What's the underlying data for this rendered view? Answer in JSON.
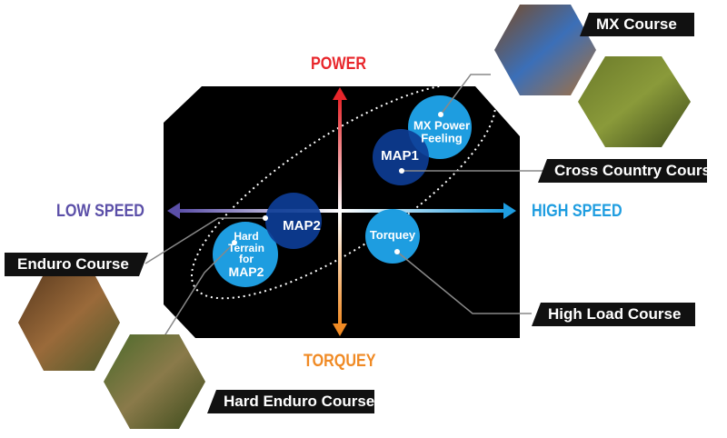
{
  "axes": {
    "top": "POWER",
    "bottom": "TORQUEY",
    "left": "LOW SPEED",
    "right": "HIGH SPEED"
  },
  "maps": {
    "map1": "MAP1",
    "map2": "MAP2",
    "mx_power": [
      "MX Power",
      "Feeling"
    ],
    "torquey": "Torquey",
    "hard_terrain": [
      "Hard",
      "Terrain",
      "for",
      "MAP2"
    ]
  },
  "courses": {
    "mx": "MX Course",
    "cross_country": "Cross Country Course",
    "enduro": "Enduro Course",
    "high_load": "High Load Course",
    "hard_enduro": "Hard Enduro Course"
  },
  "colors": {
    "power": "#e8262b",
    "torquey": "#f08a24",
    "low_speed": "#5b4fa8",
    "high_speed": "#1e9de0",
    "light_circle": "#1e9de0",
    "dark_circle": "#0d3d96"
  }
}
